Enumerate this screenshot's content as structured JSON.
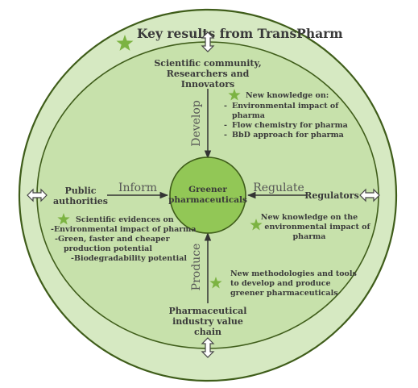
{
  "title": "Key results from TransPharm",
  "center": {
    "line1": "Greener",
    "line2": "pharmaceuticals"
  },
  "actors": {
    "top": [
      "Scientific community,",
      "Researchers and",
      "Innovators"
    ],
    "left": [
      "Public",
      "authorities"
    ],
    "right": [
      "Regulators"
    ],
    "bottom": [
      "Pharmaceutical",
      "industry value",
      "chain"
    ]
  },
  "verbs": {
    "develop": "Develop",
    "inform": "Inform",
    "regulate": "Regulate",
    "produce": "Produce"
  },
  "results": {
    "develop": {
      "heading": "New knowledge on:",
      "items": [
        "Environmental impact of",
        "pharma",
        "Flow chemistry for pharma",
        "BbD  approach for pharma"
      ]
    },
    "inform": {
      "heading": "Scientific evidences on",
      "lines": [
        "-Environmental impact of pharma",
        "-Green, faster and cheaper",
        "production potential",
        "-Biodegradability potential"
      ]
    },
    "regulate": {
      "lines": [
        "New knowledge on the",
        "environmental impact of",
        "pharma"
      ]
    },
    "produce": {
      "lines": [
        "New methodologies and tools",
        "to develop and produce",
        "greener pharmaceuticals"
      ]
    }
  },
  "colors": {
    "outer_ring": "#d6e9c2",
    "inner_disc": "#c7e1ab",
    "center_disc": "#92c756",
    "star": "#7cb342",
    "stroke": "#3f5d1a"
  }
}
